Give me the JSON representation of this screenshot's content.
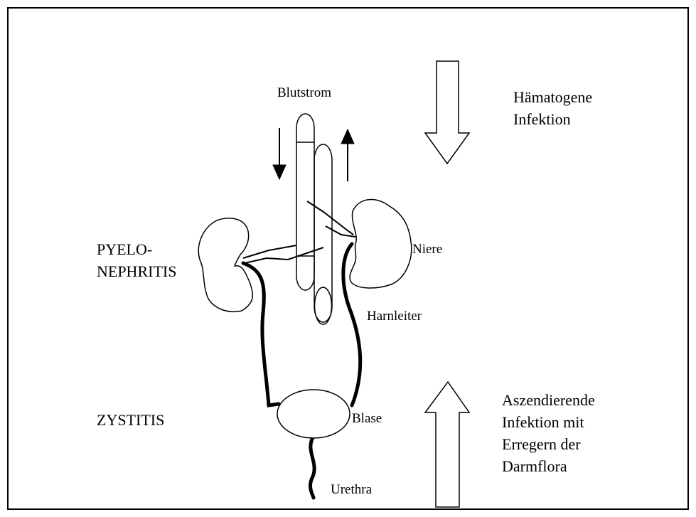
{
  "labels": {
    "blutstrom": "Blutstrom",
    "haematogen_line1": "Hämatogene",
    "haematogen_line2": "Infektion",
    "pyelo_line1": "PYELO-",
    "pyelo_line2": "NEPHRITIS",
    "niere": "Niere",
    "harnleiter": "Harnleiter",
    "zystitis": "ZYSTITIS",
    "blase": "Blase",
    "urethra": "Urethra",
    "aszend_line1": "Aszendierende",
    "aszend_line2": "Infektion mit",
    "aszend_line3": "Erregern der",
    "aszend_line4": "Darmflora"
  },
  "colors": {
    "stroke": "#000000",
    "fill": "#ffffff"
  }
}
